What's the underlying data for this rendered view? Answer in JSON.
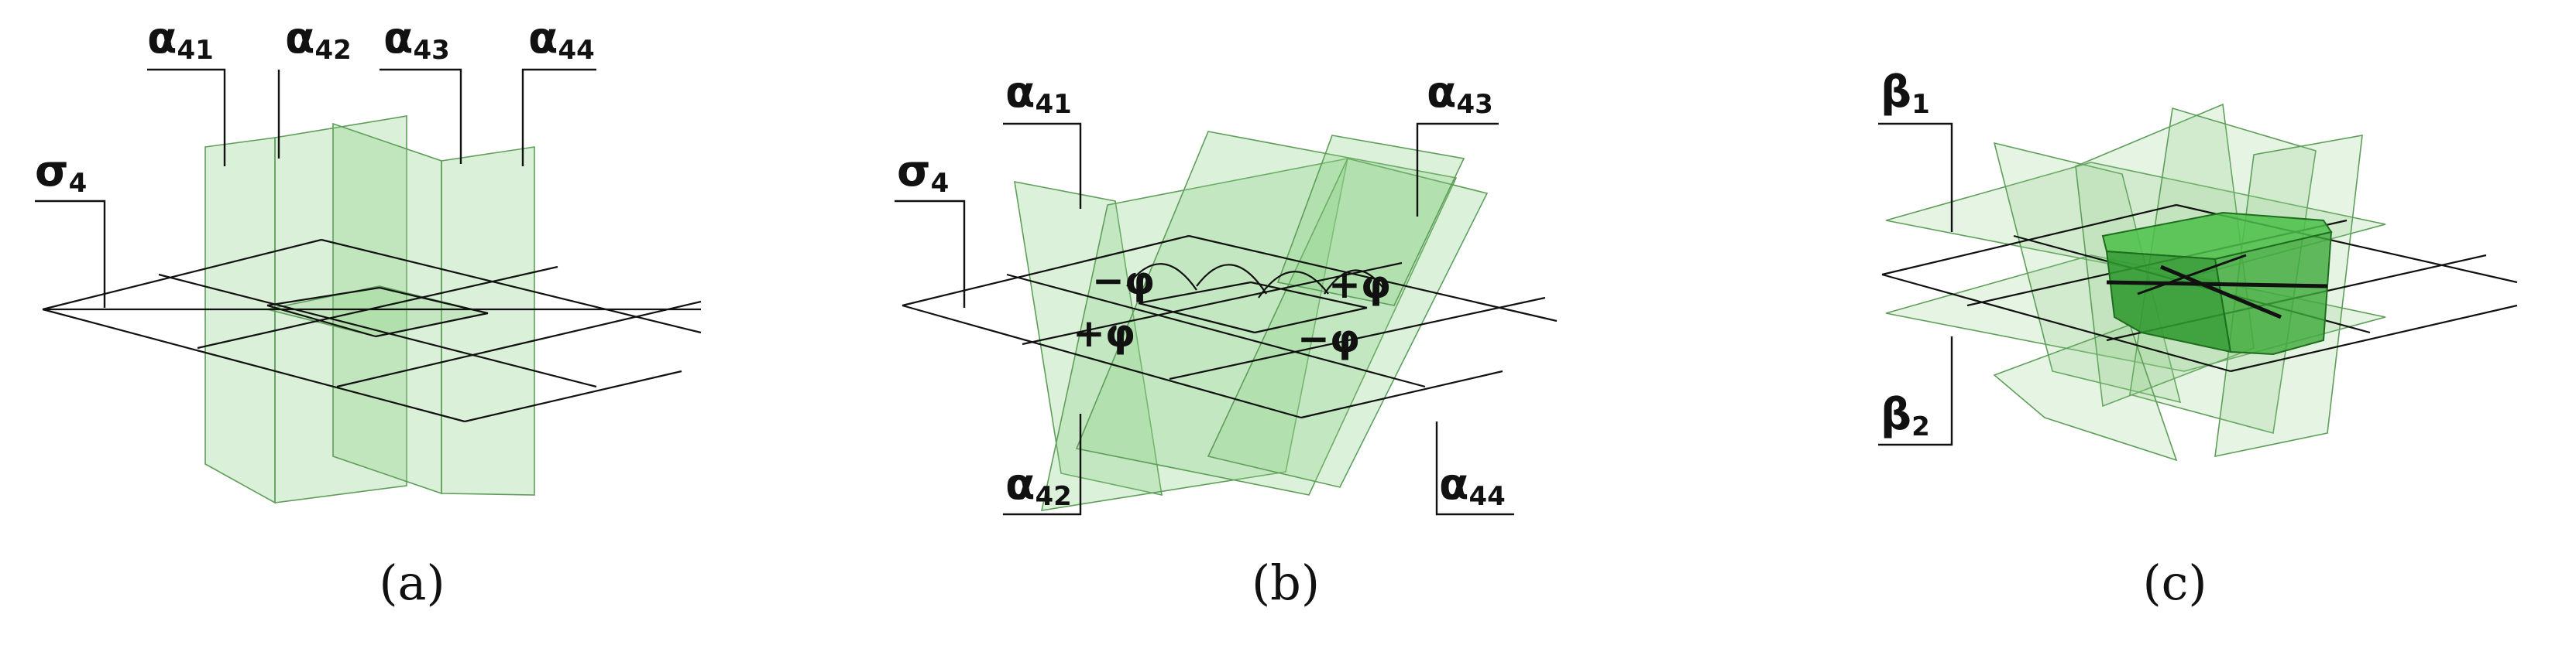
{
  "colors": {
    "plane_fill": "#8ccf86",
    "plane_stroke": "#5f9e5a",
    "block_fill": "#3daa3a",
    "block_stroke": "#1f6d1f",
    "line": "#111111"
  },
  "panels": [
    {
      "caption": "(a)",
      "labels": [
        {
          "base": "σ",
          "sub": "4"
        },
        {
          "base": "α",
          "sub": "41"
        },
        {
          "base": "α",
          "sub": "42"
        },
        {
          "base": "α",
          "sub": "43"
        },
        {
          "base": "α",
          "sub": "44"
        }
      ]
    },
    {
      "caption": "(b)",
      "labels": [
        {
          "base": "σ",
          "sub": "4"
        },
        {
          "base": "α",
          "sub": "41"
        },
        {
          "base": "α",
          "sub": "43"
        },
        {
          "base": "α",
          "sub": "42"
        },
        {
          "base": "α",
          "sub": "44"
        }
      ],
      "angle_labels": [
        "−φ",
        "+φ",
        "+φ",
        "−φ"
      ]
    },
    {
      "caption": "(c)",
      "labels": [
        {
          "base": "β",
          "sub": "1"
        },
        {
          "base": "β",
          "sub": "2"
        }
      ]
    }
  ]
}
